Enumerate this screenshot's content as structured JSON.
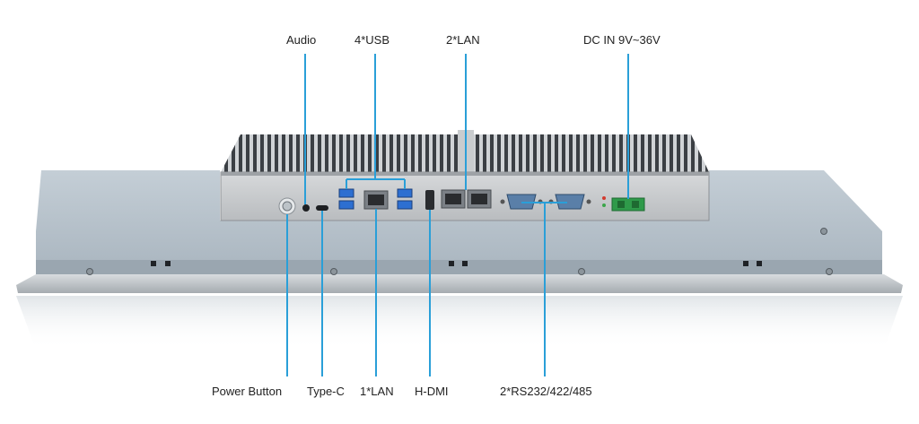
{
  "labels": {
    "audio": "Audio",
    "usb": "4*USB",
    "lan2": "2*LAN",
    "dc_in": "DC IN 9V~36V",
    "power_button": "Power Button",
    "type_c": "Type-C",
    "lan1": "1*LAN",
    "hdmi": "H-DMI",
    "serial": "2*RS232/422/485"
  },
  "colors": {
    "leader_line": "#2a9fd8",
    "usb_port": "#2d6fd1",
    "terminal_green": "#2f9a4a",
    "serial_port": "#5a7fa8",
    "panel_body": "#b7c3cc",
    "chassis": "#c9ccce"
  }
}
